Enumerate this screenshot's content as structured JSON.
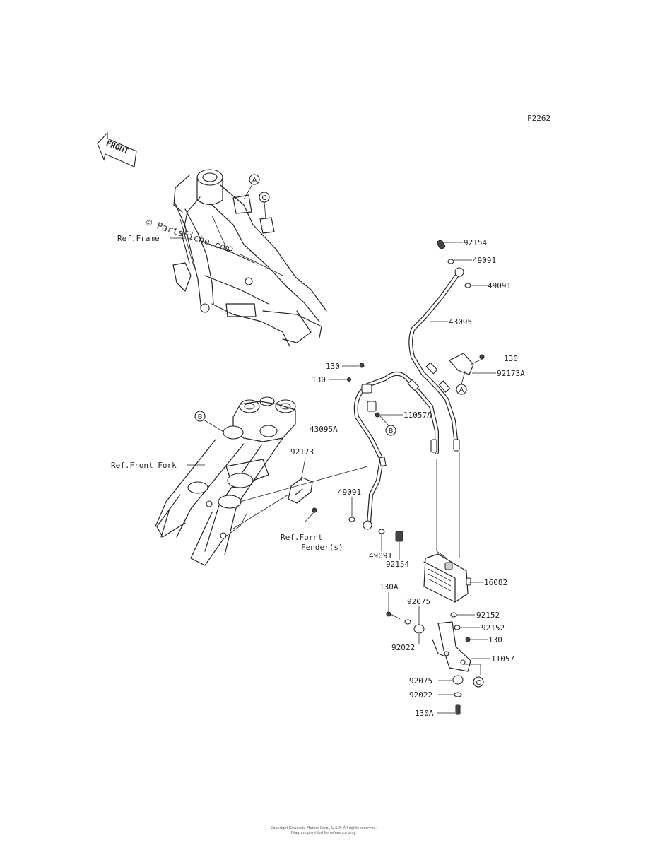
{
  "figure_code": "F2262",
  "front_arrow": "FRONT",
  "watermark": "© PartsFiche.com",
  "references": {
    "frame": "Ref.Frame",
    "front_fork": "Ref.Front Fork",
    "front_fender_line1": "Ref.Fornt",
    "front_fender_line2": "Fender(s)"
  },
  "callouts": {
    "a": "A",
    "b": "B",
    "c": "C"
  },
  "parts": {
    "p92154_top": "92154",
    "p49091_top_a": "49091",
    "p49091_top_b": "49091",
    "p43095": "43095",
    "p130_right": "130",
    "p92173A": "92173A",
    "p130_a": "130",
    "p130_b": "130",
    "p11057A": "11057A",
    "p43095A": "43095A",
    "p92173": "92173",
    "p49091_mid_a": "49091",
    "p49091_mid_b": "49091",
    "p92154_mid": "92154",
    "p16082": "16082",
    "p130A_top": "130A",
    "p92075_top": "92075",
    "p92152_a": "92152",
    "p92152_b": "92152",
    "p92022_left": "92022",
    "p130_low": "130",
    "p11057": "11057",
    "p92075_low": "92075",
    "p92022_low": "92022",
    "p130A_low": "130A"
  },
  "footer": {
    "line1": "Copyright Kawasaki Motors Corp., U.S.A. All rights reserved.",
    "line2": "Diagram provided for reference only."
  }
}
